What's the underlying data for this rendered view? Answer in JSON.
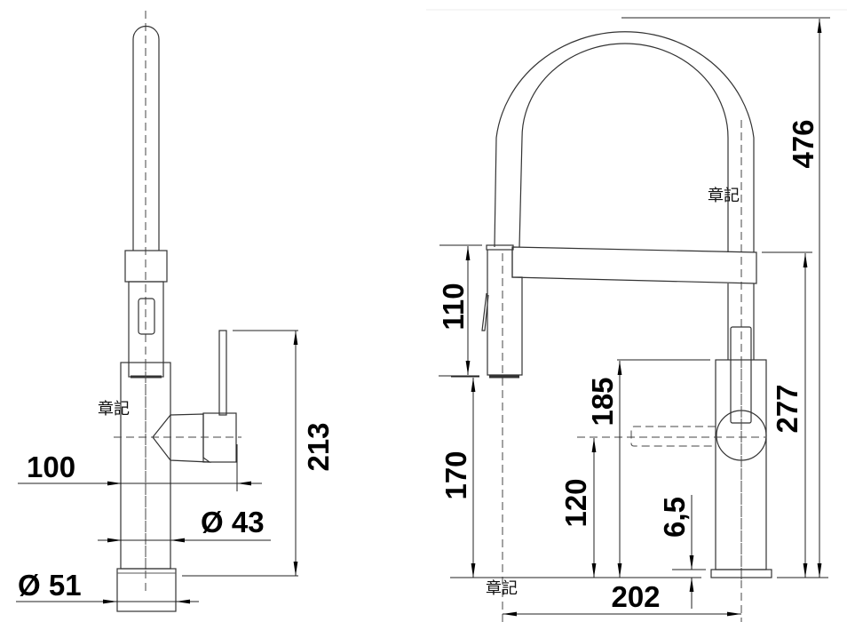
{
  "watermark": "章記",
  "side_view": {
    "dimensions": {
      "reach": "100",
      "body_diameter": "Ø 43",
      "base_diameter": "Ø 51",
      "lever_height": "213"
    }
  },
  "front_view": {
    "dimensions": {
      "spray_length": "110",
      "spray_height": "170",
      "handle_height": "120",
      "body_height": "185",
      "plate_thickness": "6,5",
      "reach": "202",
      "arm_height": "277",
      "total_height": "476"
    }
  }
}
